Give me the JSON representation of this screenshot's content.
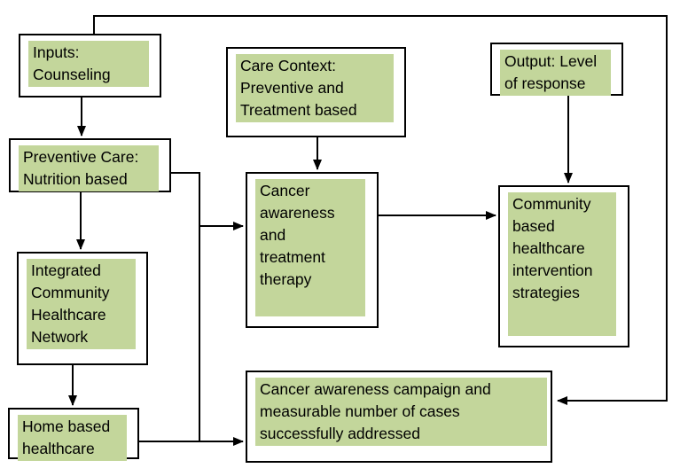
{
  "diagram": {
    "title": "Community healthcare intervention flowchart",
    "colors": {
      "page_bg": "#ffffff",
      "box_border": "#000000",
      "highlight_fill": "#c3d69b",
      "line": "#000000",
      "text": "#000000"
    },
    "nodes": {
      "inputs": {
        "label": "Inputs:\nCounseling"
      },
      "care_context": {
        "label": "Care Context:\nPreventive and\nTreatment based"
      },
      "output": {
        "label": "Output: Level\nof response"
      },
      "preventive_care": {
        "label": "Preventive Care:\nNutrition based"
      },
      "integrated_network": {
        "label": "Integrated\nCommunity\nHealthcare\nNetwork"
      },
      "home_healthcare": {
        "label": "Home based\nhealthcare"
      },
      "cancer_therapy": {
        "label": "Cancer\nawareness\nand\ntreatment\ntherapy"
      },
      "community_strategies": {
        "label": "Community\nbased\nhealthcare\nintervention\nstrategies"
      },
      "campaign": {
        "label": "Cancer awareness campaign and\nmeasurable number of cases\nsuccessfully addressed"
      }
    },
    "edges": [
      {
        "from": "inputs",
        "to": "preventive_care",
        "arrow": true
      },
      {
        "from": "preventive_care",
        "to": "integrated_network",
        "arrow": true
      },
      {
        "from": "integrated_network",
        "to": "home_healthcare",
        "arrow": true
      },
      {
        "from": "care_context",
        "to": "cancer_therapy",
        "arrow": true
      },
      {
        "from": "output",
        "to": "community_strategies",
        "arrow": true
      },
      {
        "from": "cancer_therapy",
        "to": "community_strategies",
        "arrow": true
      },
      {
        "from": "preventive_care",
        "to": "cancer_therapy",
        "arrow": true
      },
      {
        "from": "home_healthcare",
        "to": "campaign",
        "arrow": true
      },
      {
        "from": "inputs",
        "to": "campaign",
        "arrow": true,
        "route": "top-right-feedback"
      }
    ]
  }
}
